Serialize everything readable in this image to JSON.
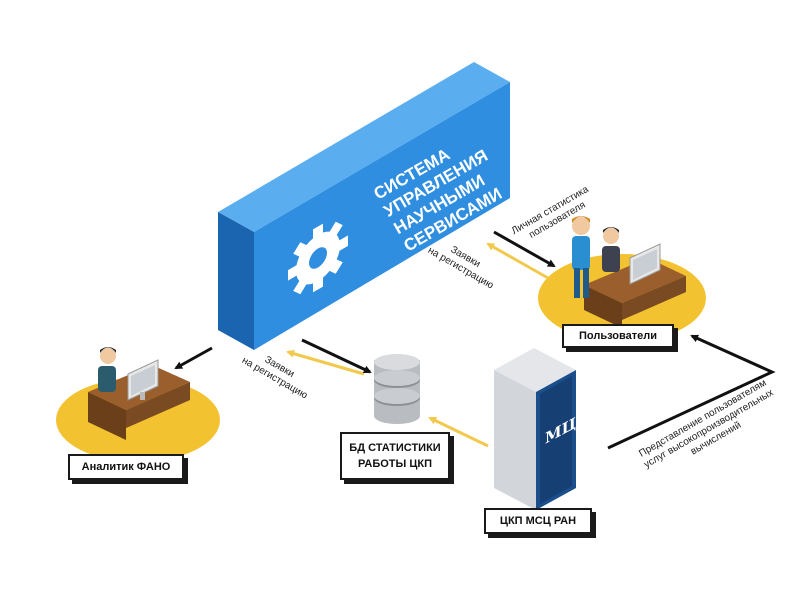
{
  "system_title_lines": [
    "СИСТЕМА",
    "УПРАВЛЕНИЯ",
    "НАУЧНЫМИ",
    "СЕРВИСАМИ"
  ],
  "nodes": {
    "users": "Пользователи",
    "analyst": "Аналитик ФАНО",
    "db_line1": "БД СТАТИСТИКИ",
    "db_line2": "РАБОТЫ ЦКП",
    "ckp": "ЦКП МСЦ РАН",
    "server_logo": "МЦ"
  },
  "edges": {
    "personal_stats": [
      "Личная статистика",
      "пользователя"
    ],
    "requests_users": [
      "Заявки",
      "на регистрацию"
    ],
    "requests_db": [
      "Заявки",
      "на регистрацию"
    ],
    "hpc_services": [
      "Представление пользователям",
      "услуг высокопроизводительных",
      "вычислений"
    ]
  },
  "colors": {
    "blue_front": "#2f8ee0",
    "blue_side": "#1a64b0",
    "blue_top": "#5aaef0",
    "platform_yellow": "#f2c230",
    "arrow_yellow": "#f2c94c",
    "arrow_black": "#111111",
    "desk": "#7a4a22"
  }
}
